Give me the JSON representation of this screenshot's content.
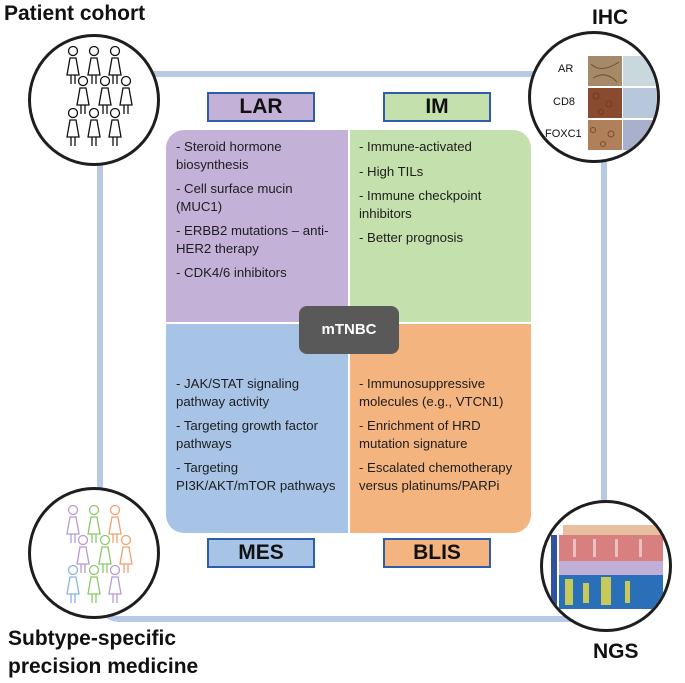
{
  "corners": {
    "top_left": "Patient cohort",
    "top_right": "IHC",
    "bottom_left_line1": "Subtype-specific",
    "bottom_left_line2": "precision medicine",
    "bottom_right": "NGS"
  },
  "ihc_markers": [
    "AR",
    "CD8",
    "FOXC1"
  ],
  "center": "mTNBC",
  "subtypes": {
    "lar": {
      "label": "LAR",
      "color": "#c3b1d8",
      "items": [
        "- Steroid hormone biosynthesis",
        "- Cell surface mucin (MUC1)",
        "- ERBB2 mutations – anti-HER2 therapy",
        "- CDK4/6 inhibitors"
      ]
    },
    "im": {
      "label": "IM",
      "color": "#c4e0ad",
      "items": [
        "- Immune-activated",
        "- High TILs",
        "- Immune checkpoint inhibitors",
        "- Better prognosis"
      ]
    },
    "mes": {
      "label": "MES",
      "color": "#a7c4e6",
      "items": [
        "- JAK/STAT signaling pathway activity",
        "- Targeting growth factor pathways",
        "- Targeting PI3K/AKT/mTOR pathways"
      ]
    },
    "blis": {
      "label": "BLIS",
      "color": "#f4b47f",
      "items": [
        "- Immunosuppressive molecules (e.g., VTCN1)",
        "- Enrichment of HRD mutation signature",
        "- Escalated chemotherapy versus platinums/PARPi"
      ]
    }
  }
}
